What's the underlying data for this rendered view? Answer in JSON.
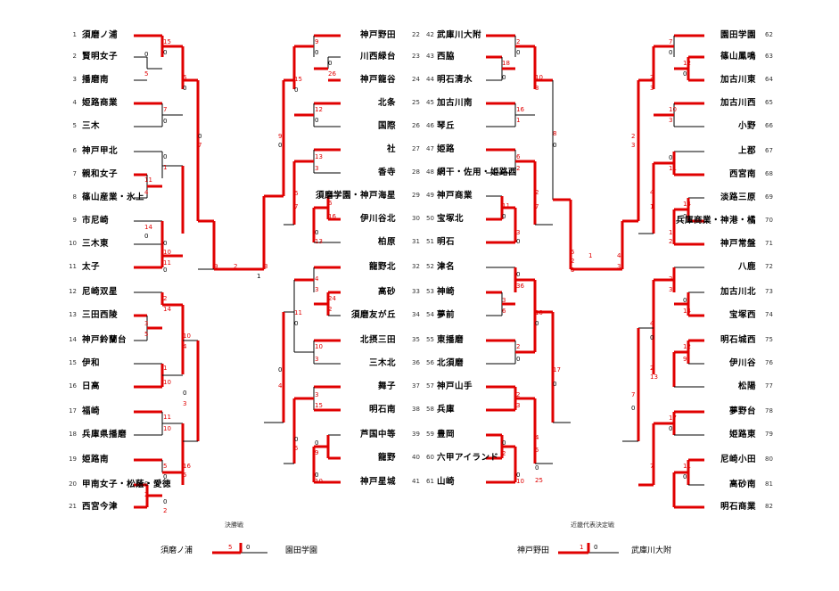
{
  "colors": {
    "win": "#e00000",
    "line": "#000000"
  },
  "blocks": {
    "A": {
      "nums": [
        "1",
        "2",
        "3",
        "4",
        "5",
        "6",
        "7",
        "8",
        "9",
        "10",
        "11",
        "12",
        "13",
        "14",
        "15",
        "16",
        "17",
        "18",
        "19",
        "20",
        "21"
      ],
      "teams": [
        "須磨ノ浦",
        "賢明女子",
        "播磨南",
        "姫路商業",
        "三木",
        "神戸甲北",
        "親和女子",
        "篠山産業・氷上",
        "市尼崎",
        "三木東",
        "太子",
        "尼崎双星",
        "三田西陵",
        "神戸鈴蘭台",
        "伊和",
        "日高",
        "福崎",
        "兵庫県播磨",
        "姫路南",
        "甲南女子・松蔭・愛徳",
        "西宮今津"
      ]
    },
    "B": {
      "nums": [
        "22",
        "23",
        "24",
        "25",
        "26",
        "27",
        "28",
        "29",
        "30",
        "31",
        "32",
        "33",
        "34",
        "35",
        "36",
        "37",
        "38",
        "39",
        "40",
        "41"
      ],
      "teams": [
        "神戸野田",
        "川西緑台",
        "神戸龍谷",
        "北条",
        "国際",
        "社",
        "香寺",
        "須磨学園・神戸海星",
        "伊川谷北",
        "柏原",
        "龍野北",
        "高砂",
        "須磨友が丘",
        "北摂三田",
        "三木北",
        "舞子",
        "明石南",
        "芦国中等",
        "龍野",
        "神戸星城"
      ]
    },
    "C": {
      "nums": [
        "42",
        "43",
        "44",
        "45",
        "46",
        "47",
        "48",
        "49",
        "50",
        "51",
        "52",
        "53",
        "54",
        "55",
        "56",
        "57",
        "58",
        "59",
        "60",
        "61"
      ],
      "teams": [
        "武庫川大附",
        "西脇",
        "明石清水",
        "加古川南",
        "琴丘",
        "姫路",
        "網干・佐用・姫路西",
        "神戸商業",
        "宝塚北",
        "明石",
        "津名",
        "神崎",
        "夢前",
        "東播磨",
        "北須磨",
        "神戸山手",
        "兵庫",
        "豊岡",
        "六甲アイランド",
        "山崎"
      ]
    },
    "D": {
      "nums": [
        "62",
        "63",
        "64",
        "65",
        "66",
        "67",
        "68",
        "69",
        "70",
        "71",
        "72",
        "73",
        "74",
        "75",
        "76",
        "77",
        "78",
        "79",
        "80",
        "81",
        "82"
      ],
      "teams": [
        "園田学園",
        "篠山鳳鳴",
        "加古川東",
        "加古川西",
        "小野",
        "上郡",
        "西宮南",
        "淡路三原",
        "兵庫商業・神港・橘",
        "神戸常盤",
        "八鹿",
        "加古川北",
        "宝塚西",
        "明石城西",
        "伊川谷",
        "松陽",
        "夢野台",
        "姫路東",
        "尼崎小田",
        "高砂南",
        "明石商業"
      ]
    }
  },
  "scores": {
    "A": [
      "15",
      "0",
      "0",
      "5",
      "6",
      "0",
      "7",
      "0",
      "0",
      "7",
      "11",
      "4",
      "0",
      "1",
      "14",
      "0",
      "0",
      "10",
      "11",
      "0",
      "2",
      "14",
      "3",
      "5",
      "10",
      "4",
      "1",
      "10",
      "0",
      "3",
      "11",
      "10",
      "5",
      "0",
      "0",
      "2",
      "16",
      "5",
      "0",
      "2"
    ],
    "B": [
      "9",
      "0",
      "0",
      "26",
      "15",
      "0",
      "12",
      "0",
      "9",
      "0",
      "13",
      "3",
      "6",
      "16",
      "6",
      "7",
      "0",
      "13",
      "4",
      "3",
      "24",
      "2",
      "11",
      "0",
      "10",
      "3",
      "0",
      "4",
      "3",
      "15",
      "0",
      "9",
      "0",
      "5",
      "0",
      "10"
    ],
    "C": [
      "2",
      "0",
      "18",
      "0",
      "10",
      "3",
      "16",
      "1",
      "8",
      "0",
      "6",
      "2",
      "2",
      "7",
      "11",
      "0",
      "3",
      "0",
      "0",
      "36",
      "3",
      "6",
      "10",
      "0",
      "2",
      "0",
      "17",
      "0",
      "2",
      "3",
      "0",
      "2",
      "4",
      "5",
      "0",
      "10",
      "0",
      "25",
      "2",
      "3"
    ],
    "D": [
      "7",
      "0",
      "12",
      "0",
      "2",
      "3",
      "10",
      "3",
      "2",
      "3",
      "0",
      "11",
      "4",
      "1",
      "14",
      "0",
      "1",
      "2",
      "2",
      "3",
      "0",
      "14",
      "4",
      "0",
      "12",
      "9",
      "2",
      "13",
      "7",
      "0",
      "17",
      "0",
      "11",
      "0",
      "7"
    ]
  },
  "rounds": {
    "left_final": [
      "9",
      "2",
      "3",
      "1"
    ],
    "right_final": [
      "5",
      "1",
      "4",
      "3"
    ],
    "left_mid": [
      "11",
      "0",
      "1",
      "2"
    ]
  },
  "final": {
    "caption": "決勝戦",
    "left_team": "須磨ノ浦",
    "right_team": "園田学園",
    "left_score": "5",
    "right_score": "0"
  },
  "kinki": {
    "caption": "近畿代表決定戦",
    "left_team": "神戸野田",
    "right_team": "武庫川大附",
    "left_score": "1",
    "right_score": "0"
  }
}
